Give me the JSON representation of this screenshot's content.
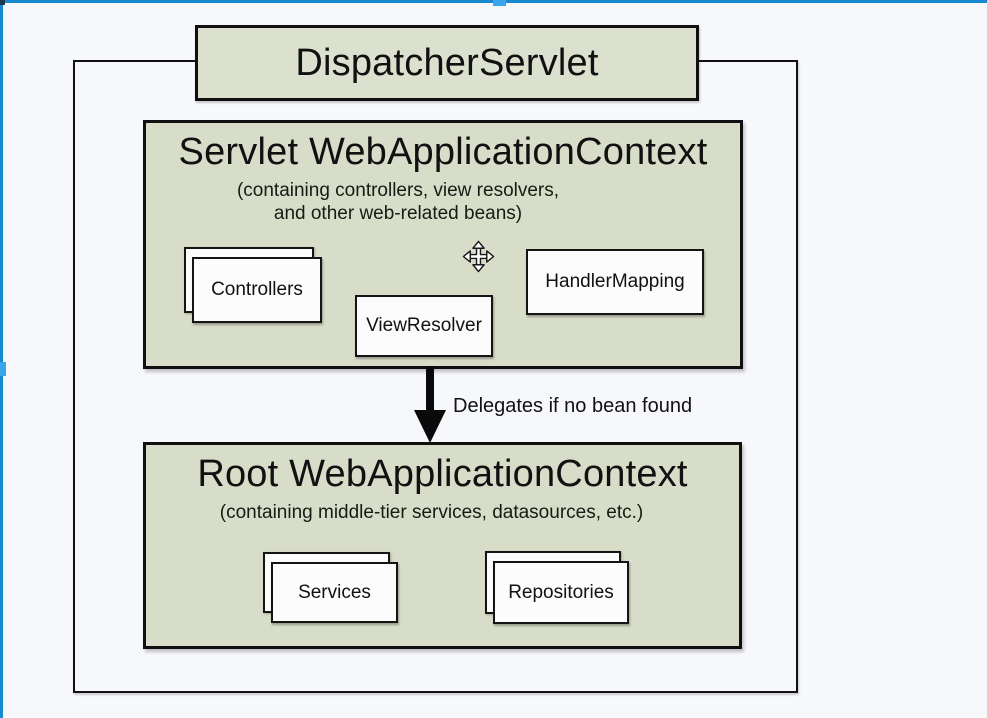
{
  "diagram": {
    "dispatcher_label": "DispatcherServlet",
    "servlet_context": {
      "title": "Servlet WebApplicationContext",
      "subtitle_line1": "(containing controllers, view resolvers,",
      "subtitle_line2": "and other web-related beans)",
      "beans": [
        {
          "label": "Controllers",
          "stacked": true
        },
        {
          "label": "ViewResolver",
          "stacked": false
        },
        {
          "label": "HandlerMapping",
          "stacked": false
        }
      ]
    },
    "arrow_label": "Delegates if no bean found",
    "root_context": {
      "title": "Root WebApplicationContext",
      "subtitle": "(containing middle-tier services, datasources, etc.)",
      "beans": [
        {
          "label": "Services",
          "stacked": true
        },
        {
          "label": "Repositories",
          "stacked": true
        }
      ]
    }
  },
  "cursor": {
    "type": "move-cursor"
  },
  "colors": {
    "accent_blue": "#1789cf",
    "accent_blue_light": "#38a6e9",
    "box_fill_green": "#d8ddc9",
    "card_fill_white": "#fcfcfd",
    "border_black": "#101010",
    "background": "#f7f8fc"
  }
}
